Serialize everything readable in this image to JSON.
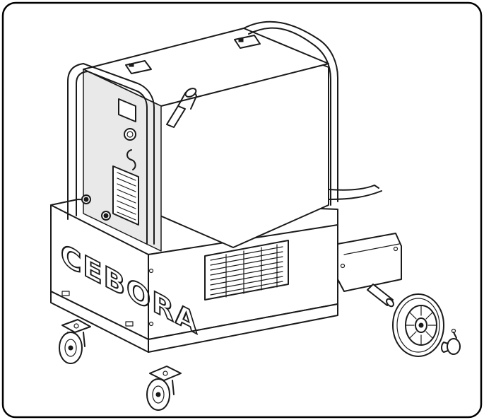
{
  "brand": {
    "text": "CEBORA",
    "color": "#1a1a1a"
  },
  "colors": {
    "line": "#1a1a1a",
    "background": "#ffffff",
    "frame": "#000000"
  },
  "parts": {
    "machine": "welding-machine",
    "trolley": "trolley-base",
    "front_casters": [
      "caster-front-left",
      "caster-front-center"
    ],
    "rear_wheel": "rear-wheel",
    "axle": "rear-axle",
    "hub_cap": "hub-cap",
    "gas_holder": "gas-hose-holder"
  }
}
